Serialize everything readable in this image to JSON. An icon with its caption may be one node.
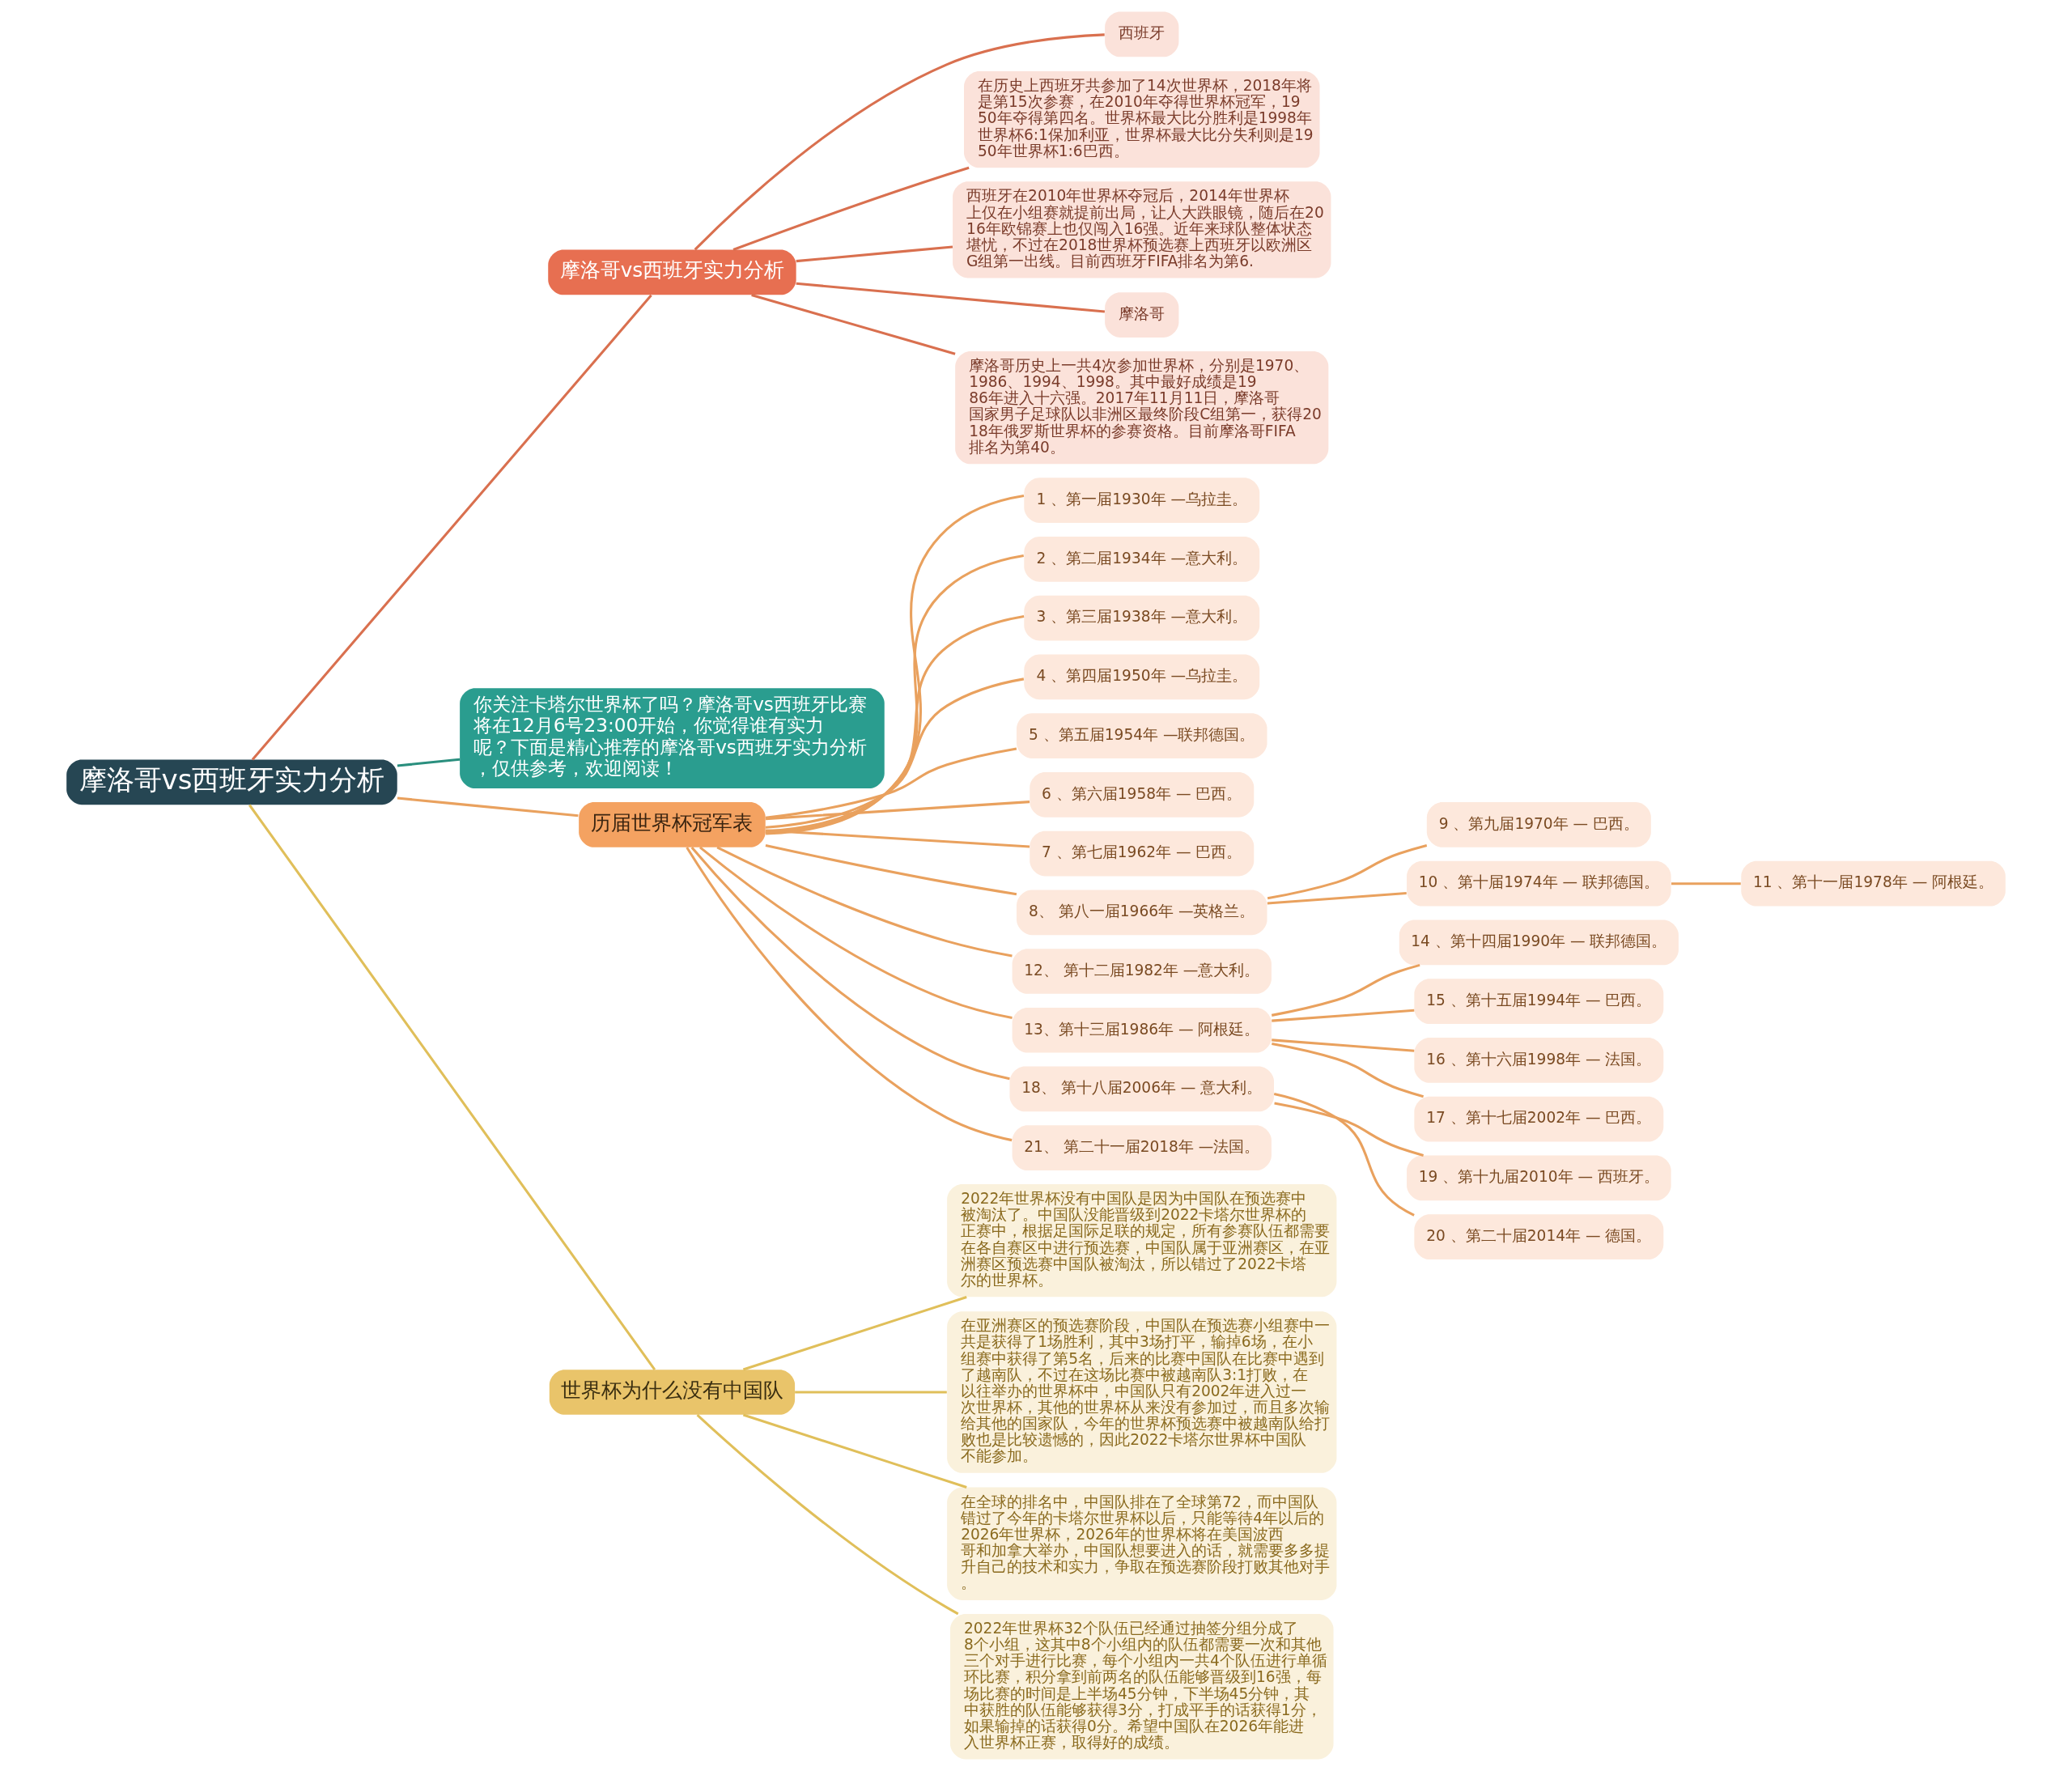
{
  "diagram": {
    "nodes": [
      {
        "text": [
          "摩洛哥vs西班牙实力分析"
        ]
      },
      {
        "text": [
          "摩洛哥vs西班牙实力分析"
        ]
      },
      {
        "text": [
          "西班牙"
        ]
      },
      {
        "text": [
          "在历史上西班牙共参加了14次世界杯，2018年将是第15次参赛，在2010年夺得世界杯冠军，1950年夺得第四名。世界杯最大比分胜利是1998年世界杯6:1保加利亚，世界杯最大比分失利则是1950年世界杯1:6巴西。"
        ]
      },
      {
        "text": [
          "西班牙在2010年世界杯夺冠后，2014年世界杯上仅在小组赛就提前出局，让人大跌眼镜，随后在2016年欧锦赛上也仅闯入16强。近年来球队整体状态堪忧，不过在2018世界杯预选赛上西班牙以欧洲区G组第一出线。目前西班牙FIFA排名为第6."
        ]
      },
      {
        "text": [
          "摩洛哥"
        ]
      },
      {
        "text": [
          "摩洛哥历史上一共4次参加世界杯，分别是1970、1986、1994、1998。其中最好成绩是1986年进入十六强。2017年11月11日，摩洛哥国家男子足球队以非洲区最终阶段C组第一，获得2018年俄罗斯世界杯的参赛资格。目前摩洛哥FIFA排名为第40。"
        ]
      },
      {
        "text": [
          "你关注卡塔尔世界杯了吗？摩洛哥vs西班牙比赛将在12月6号23:00开始，你觉得谁有实力呢？下面是精心推荐的摩洛哥vs西班牙实力分析，仅供参考，欢迎阅读！"
        ]
      },
      {
        "text": [
          "历届世界杯冠军表"
        ]
      },
      {
        "text": [
          "1 、第一届1930年 —乌拉圭。"
        ]
      },
      {
        "text": [
          "2 、第二届1934年 —意大利。"
        ]
      },
      {
        "text": [
          "3 、第三届1938年 —意大利。"
        ]
      },
      {
        "text": [
          "4 、第四届1950年 —乌拉圭。"
        ]
      },
      {
        "text": [
          "5 、第五届1954年 —联邦德国。"
        ]
      },
      {
        "text": [
          "6 、第六届1958年 — 巴西。"
        ]
      },
      {
        "text": [
          "7 、第七届1962年 — 巴西。"
        ]
      },
      {
        "text": [
          "8、 第八一届1966年 —英格兰。"
        ]
      },
      {
        "text": [
          "9 、第九届1970年 — 巴西。"
        ]
      },
      {
        "text": [
          "10 、第十届1974年 — 联邦德国。"
        ]
      },
      {
        "text": [
          "11 、第十一届1978年 — 阿根廷。"
        ]
      },
      {
        "text": [
          "12、 第十二届1982年 —意大利。"
        ]
      },
      {
        "text": [
          "13、第十三届1986年 — 阿根廷。"
        ]
      },
      {
        "text": [
          "14 、第十四届1990年 — 联邦德国。"
        ]
      },
      {
        "text": [
          "15 、第十五届1994年 — 巴西。"
        ]
      },
      {
        "text": [
          "16 、第十六届1998年 — 法国。"
        ]
      },
      {
        "text": [
          "17 、第十七届2002年 — 巴西。"
        ]
      },
      {
        "text": [
          "18、 第十八届2006年 — 意大利。"
        ]
      },
      {
        "text": [
          "19 、第十九届2010年 — 西班牙。"
        ]
      },
      {
        "text": [
          "20 、第二十届2014年 — 德国。"
        ]
      },
      {
        "text": [
          "21、 第二十一届2018年 —法国。"
        ]
      },
      {
        "text": [
          "世界杯为什么没有中国队"
        ]
      },
      {
        "text": [
          "2022年世界杯没有中国队是因为中国队在预选赛中被淘汰了。中国队没能晋级到2022卡塔尔世界杯的正赛中，根据足国际足联的规定，所有参赛队伍都需要在各自赛区中进行预选赛，中国队属于亚洲赛区，在亚洲赛区预选赛中国队被淘汰，所以错过了2022卡塔尔的世界杯。"
        ]
      },
      {
        "text": [
          "在亚洲赛区的预选赛阶段，中国队在预选赛小组赛中一共是获得了1场胜利，其中3场打平，输掉6场，在小组赛中获得了第5名，后来的比赛中国队在比赛中遇到了越南队，不过在这场比赛中被越南队3:1打败，在以往举办的世界杯中，中国队只有2002年进入过一次世界杯，其他的世界杯从来没有参加过，而且多次输给其他的国家队，今年的世界杯预选赛中被越南队给打败也是比较遗憾的，因此2022卡塔尔世界杯中国队不能参加。"
        ]
      },
      {
        "text": [
          "在全球的排名中，中国队排在了全球第72，而中国队错过了今年的卡塔尔世界杯以后，只能等待4年以后的2026年世界杯，2026年的世界杯将在美国波西哥和加拿大举办，中国队想要进入的话，就需要多多提升自己的技术和实力，争取在预选赛阶段打败其他对手。"
        ]
      },
      {
        "text": [
          "2022年世界杯32个队伍已经通过抽签分组分成了8个小组，这其中8个小组内的队伍都需要一次和其他三个对手进行比赛，每个小组内一共4个队伍进行单循环比赛，积分拿到前两名的队伍能够晋级到16强，每场比赛的时间是上半场45分钟，下半场45分钟，其中获胜的队伍能够获得3分，打成平手的话获得1分，如果输掉的话获得0分。希望中国队在2026年能进入世界杯正赛，取得好的成绩。"
        ]
      }
    ],
    "edges": [
      {
        "from": 0,
        "to": 1,
        "arrow": "none",
        "color": "#d9704f"
      },
      {
        "from": 1,
        "to": 2,
        "arrow": "none",
        "color": "#d9704f"
      },
      {
        "from": 1,
        "to": 3,
        "arrow": "none",
        "color": "#d9704f"
      },
      {
        "from": 1,
        "to": 4,
        "arrow": "none",
        "color": "#d9704f"
      },
      {
        "from": 1,
        "to": 5,
        "arrow": "none",
        "color": "#d9704f"
      },
      {
        "from": 1,
        "to": 6,
        "arrow": "none",
        "color": "#d9704f"
      },
      {
        "from": 0,
        "to": 7,
        "arrow": "none",
        "color": "#2a8f7e"
      },
      {
        "from": 0,
        "to": 8,
        "arrow": "none"
      },
      {
        "from": 8,
        "to": 9,
        "arrow": "none"
      },
      {
        "from": 8,
        "to": 10,
        "arrow": "none"
      },
      {
        "from": 8,
        "to": 11,
        "arrow": "none"
      },
      {
        "from": 8,
        "to": 12,
        "arrow": "none"
      },
      {
        "from": 8,
        "to": 13,
        "arrow": "none"
      },
      {
        "from": 8,
        "to": 14,
        "arrow": "none"
      },
      {
        "from": 8,
        "to": 15,
        "arrow": "none"
      },
      {
        "from": 8,
        "to": 16,
        "arrow": "none"
      },
      {
        "from": 16,
        "to": 17,
        "arrow": "none"
      },
      {
        "from": 16,
        "to": 18,
        "arrow": "none"
      },
      {
        "from": 18,
        "to": 19,
        "arrow": "none"
      },
      {
        "from": 8,
        "to": 20,
        "arrow": "none"
      },
      {
        "from": 8,
        "to": 21,
        "arrow": "none"
      },
      {
        "from": 21,
        "to": 22,
        "arrow": "none"
      },
      {
        "from": 21,
        "to": 23,
        "arrow": "none"
      },
      {
        "from": 21,
        "to": 24,
        "arrow": "none"
      },
      {
        "from": 21,
        "to": 25,
        "arrow": "none"
      },
      {
        "from": 8,
        "to": 26,
        "arrow": "none"
      },
      {
        "from": 26,
        "to": 27,
        "arrow": "none"
      },
      {
        "from": 26,
        "to": 28,
        "arrow": "none"
      },
      {
        "from": 8,
        "to": 29,
        "arrow": "none"
      },
      {
        "from": 0,
        "to": 30,
        "arrow": "none",
        "color": "#e0bf5a"
      },
      {
        "from": 30,
        "to": 31,
        "arrow": "none",
        "color": "#e0bf5a"
      },
      {
        "from": 30,
        "to": 32,
        "arrow": "none",
        "color": "#e0bf5a"
      },
      {
        "from": 30,
        "to": 33,
        "arrow": "none",
        "color": "#e0bf5a"
      },
      {
        "from": 30,
        "to": 34,
        "arrow": "none",
        "color": "#e0bf5a"
      }
    ]
  }
}
